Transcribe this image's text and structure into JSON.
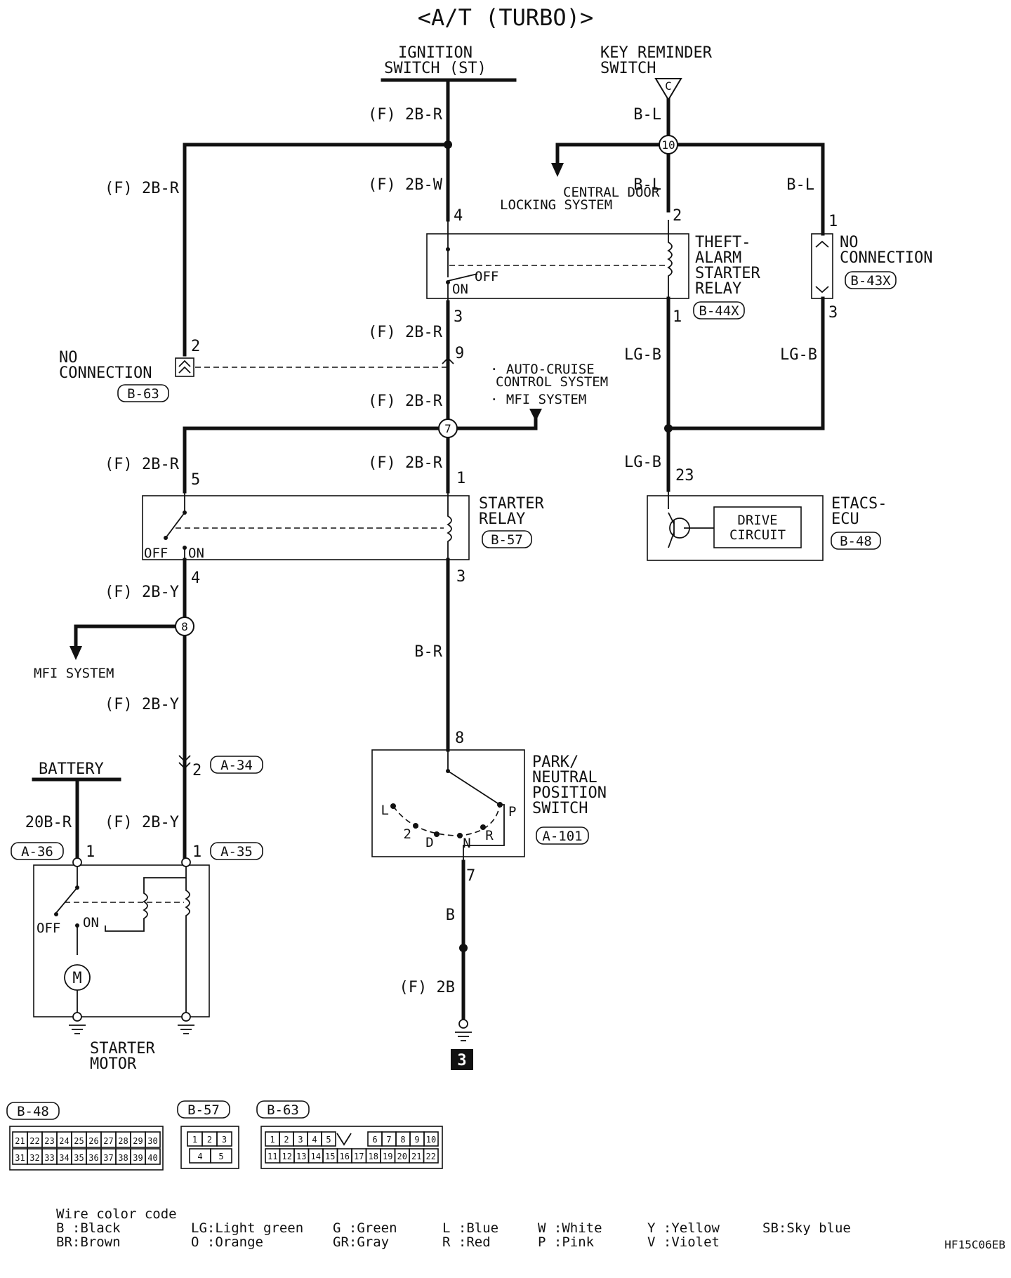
{
  "title": "<A/T (TURBO)>",
  "components": {
    "ignition_switch": [
      "IGNITION",
      "SWITCH (ST)"
    ],
    "key_reminder_switch": [
      "KEY REMINDER",
      "SWITCH"
    ],
    "key_reminder_connector": "C",
    "central_door_locking": [
      "CENTRAL DOOR",
      "LOCKING SYSTEM"
    ],
    "theft_alarm_relay": [
      "THEFT-",
      "ALARM",
      "STARTER",
      "RELAY"
    ],
    "theft_alarm_relay_code": "B-44X",
    "no_connection_right": [
      "NO",
      "CONNECTION"
    ],
    "no_connection_right_code": "B-43X",
    "no_connection_left": [
      "NO",
      "CONNECTION"
    ],
    "no_connection_left_code": "B-63",
    "auto_cruise": [
      "· AUTO-CRUISE",
      "CONTROL SYSTEM"
    ],
    "mfi_system_upper": "· MFI SYSTEM",
    "starter_relay": [
      "STARTER",
      "RELAY"
    ],
    "starter_relay_code": "B-57",
    "etacs_ecu": [
      "ETACS-",
      "ECU"
    ],
    "etacs_code": "B-48",
    "drive_circuit": [
      "DRIVE",
      "CIRCUIT"
    ],
    "mfi_system_lower": "MFI SYSTEM",
    "battery": "BATTERY",
    "park_neutral_switch": [
      "PARK/",
      "NEUTRAL",
      "POSITION",
      "SWITCH"
    ],
    "park_neutral_code": "A-101",
    "starter_motor": [
      "STARTER",
      "MOTOR"
    ],
    "motor_symbol": "M",
    "ground_point": "3"
  },
  "switch_labels": {
    "off": "OFF",
    "on": "ON",
    "gear_L": "L",
    "gear_2": "2",
    "gear_D": "D",
    "gear_N": "N",
    "gear_R": "R",
    "gear_P": "P"
  },
  "wire_labels": {
    "ign_out": "(F) 2B-R",
    "left_branch": "(F) 2B-R",
    "to_theft_relay": "(F) 2B-W",
    "from_theft_relay": "(F) 2B-R",
    "below_junction_9": "(F) 2B-R",
    "to_junction_7_left": "(F) 2B-R",
    "to_starter_relay_1": "(F) 2B-R",
    "starter_relay_4": "(F) 2B-Y",
    "to_a34": "(F) 2B-Y",
    "to_a35": "(F) 2B-Y",
    "battery_wire": "20B-R",
    "key_reminder_out": "B-L",
    "to_theft_relay_2": "B-L",
    "to_b43x_1": "B-L",
    "theft_relay_1_out": "LG-B",
    "b43x_3_out": "LG-B",
    "to_etacs": "LG-B",
    "starter_relay_3_out": "B-R",
    "pn_7_out": "B",
    "ground_wire": "(F) 2B"
  },
  "pins": {
    "theft_4": "4",
    "theft_3": "3",
    "theft_2": "2",
    "theft_1": "1",
    "b43x_1": "1",
    "b43x_3": "3",
    "b63_2": "2",
    "b63_9": "9",
    "sr_5": "5",
    "sr_1": "1",
    "sr_4": "4",
    "sr_3": "3",
    "etacs_23": "23",
    "a34_2": "2",
    "a34_code": "A-34",
    "a35_1": "1",
    "a35_code": "A-35",
    "a36_1": "1",
    "a36_code": "A-36",
    "pn_8": "8",
    "pn_7": "7"
  },
  "junctions": {
    "j10": "10",
    "j7": "7",
    "j8": "8"
  },
  "connectors": {
    "b48": {
      "code": "B-48",
      "row1": [
        "21",
        "22",
        "23",
        "24",
        "25",
        "26",
        "27",
        "28",
        "29",
        "30"
      ],
      "row2": [
        "31",
        "32",
        "33",
        "34",
        "35",
        "36",
        "37",
        "38",
        "39",
        "40"
      ]
    },
    "b57": {
      "code": "B-57",
      "row1": [
        "1",
        "2",
        "3"
      ],
      "row2": [
        "4",
        "5"
      ]
    },
    "b63": {
      "code": "B-63",
      "row1": [
        "1",
        "2",
        "3",
        "4",
        "5",
        "6",
        "7",
        "8",
        "9",
        "10"
      ],
      "row2": [
        "11",
        "12",
        "13",
        "14",
        "15",
        "16",
        "17",
        "18",
        "19",
        "20",
        "21",
        "22"
      ]
    }
  },
  "legend": {
    "title": "Wire color code",
    "items": [
      [
        "B :Black",
        "BR:Brown"
      ],
      [
        "LG:Light green",
        "O :Orange"
      ],
      [
        "G :Green",
        "GR:Gray"
      ],
      [
        "L :Blue",
        "R :Red"
      ],
      [
        "W :White",
        "P :Pink"
      ],
      [
        "Y :Yellow",
        "V :Violet"
      ],
      [
        "SB:Sky blue",
        ""
      ]
    ]
  },
  "figure_code": "HF15C06EB"
}
